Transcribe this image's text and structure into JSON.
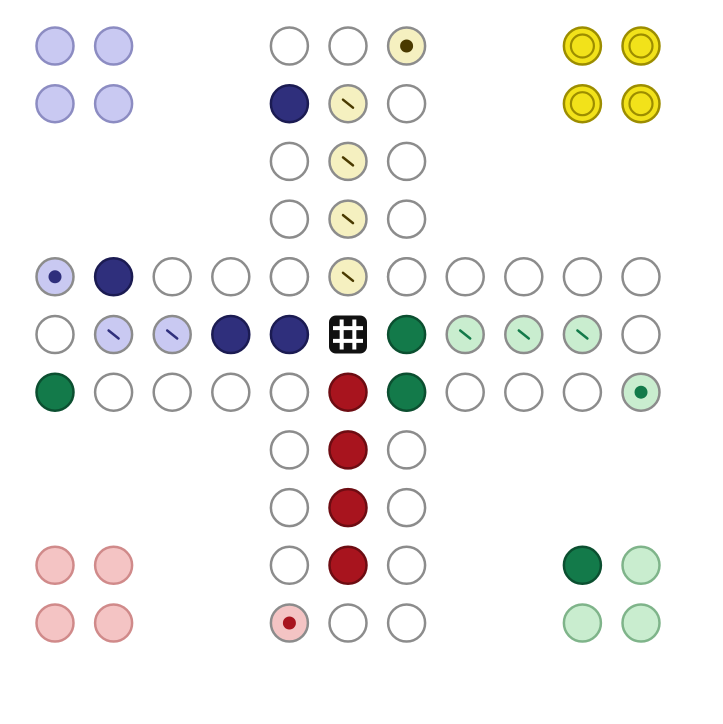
{
  "game": "Ludo",
  "colors": {
    "empty_stroke": "#8c8c8c",
    "empty_fill": "#ffffff",
    "blue_dark": "#2f2f7c",
    "blue_light": "#c9c9f2",
    "yellow": "#f2e21a",
    "yellow_light": "#f5f0c0",
    "green_dark": "#137a4a",
    "green_light": "#c9edcf",
    "red_dark": "#a8141e",
    "red_light": "#f4c4c4",
    "die_fill": "#111111"
  },
  "homes": {
    "blue_light": [
      [
        0,
        0
      ],
      [
        1,
        0
      ],
      [
        0,
        1
      ],
      [
        1,
        1
      ]
    ],
    "yellow_filled": [
      [
        9,
        0
      ],
      [
        10,
        0
      ],
      [
        9,
        1
      ],
      [
        10,
        1
      ]
    ],
    "red_light": [
      [
        0,
        9
      ],
      [
        1,
        9
      ],
      [
        0,
        10
      ],
      [
        1,
        10
      ]
    ],
    "green_mixed": [
      {
        "c": 9,
        "r": 9,
        "type": "green_dark"
      },
      {
        "c": 10,
        "r": 9,
        "type": "green_light"
      },
      {
        "c": 9,
        "r": 10,
        "type": "green_light"
      },
      {
        "c": 10,
        "r": 10,
        "type": "green_light"
      }
    ]
  },
  "track": [
    {
      "c": 4,
      "r": 0
    },
    {
      "c": 5,
      "r": 0
    },
    {
      "c": 6,
      "r": 0,
      "mark": "yellow_start"
    },
    {
      "c": 4,
      "r": 1,
      "piece": "blue_dark"
    },
    {
      "c": 5,
      "r": 1,
      "mark": "yellow_1"
    },
    {
      "c": 6,
      "r": 1
    },
    {
      "c": 4,
      "r": 2
    },
    {
      "c": 5,
      "r": 2,
      "mark": "yellow_2"
    },
    {
      "c": 6,
      "r": 2
    },
    {
      "c": 4,
      "r": 3
    },
    {
      "c": 5,
      "r": 3,
      "mark": "yellow_3"
    },
    {
      "c": 6,
      "r": 3
    },
    {
      "c": 4,
      "r": 4
    },
    {
      "c": 5,
      "r": 4,
      "mark": "yellow_4"
    },
    {
      "c": 6,
      "r": 4
    },
    {
      "c": 0,
      "r": 4,
      "mark": "blue_start"
    },
    {
      "c": 1,
      "r": 4,
      "piece": "blue_dark"
    },
    {
      "c": 2,
      "r": 4
    },
    {
      "c": 3,
      "r": 4
    },
    {
      "c": 4,
      "r": 4
    },
    {
      "c": 0,
      "r": 5
    },
    {
      "c": 1,
      "r": 5,
      "mark": "blue_1"
    },
    {
      "c": 2,
      "r": 5,
      "mark": "blue_2"
    },
    {
      "c": 3,
      "r": 5,
      "piece": "blue_dark"
    },
    {
      "c": 4,
      "r": 5,
      "piece": "blue_dark"
    },
    {
      "c": 0,
      "r": 6,
      "piece": "green_dark"
    },
    {
      "c": 1,
      "r": 6
    },
    {
      "c": 2,
      "r": 6
    },
    {
      "c": 3,
      "r": 6
    },
    {
      "c": 4,
      "r": 6
    },
    {
      "c": 6,
      "r": 4
    },
    {
      "c": 7,
      "r": 4
    },
    {
      "c": 8,
      "r": 4
    },
    {
      "c": 9,
      "r": 4
    },
    {
      "c": 10,
      "r": 4
    },
    {
      "c": 6,
      "r": 5,
      "piece": "green_dark"
    },
    {
      "c": 7,
      "r": 5,
      "mark": "green_4"
    },
    {
      "c": 8,
      "r": 5,
      "mark": "green_3"
    },
    {
      "c": 9,
      "r": 5,
      "mark": "green_2"
    },
    {
      "c": 10,
      "r": 5
    },
    {
      "c": 6,
      "r": 6
    },
    {
      "c": 7,
      "r": 6
    },
    {
      "c": 8,
      "r": 6
    },
    {
      "c": 9,
      "r": 6
    },
    {
      "c": 10,
      "r": 6,
      "mark": "green_start"
    },
    {
      "c": 4,
      "r": 6
    },
    {
      "c": 5,
      "r": 6,
      "piece": "red_dark"
    },
    {
      "c": 6,
      "r": 6,
      "piece": "green_dark"
    },
    {
      "c": 4,
      "r": 7
    },
    {
      "c": 5,
      "r": 7,
      "piece": "red_dark"
    },
    {
      "c": 6,
      "r": 7
    },
    {
      "c": 4,
      "r": 8
    },
    {
      "c": 5,
      "r": 8,
      "piece": "red_dark"
    },
    {
      "c": 6,
      "r": 8
    },
    {
      "c": 4,
      "r": 9
    },
    {
      "c": 5,
      "r": 9,
      "piece": "red_dark"
    },
    {
      "c": 6,
      "r": 9
    },
    {
      "c": 4,
      "r": 10,
      "mark": "red_start"
    },
    {
      "c": 5,
      "r": 10
    },
    {
      "c": 6,
      "r": 10
    }
  ],
  "die": {
    "c": 5,
    "r": 5
  }
}
